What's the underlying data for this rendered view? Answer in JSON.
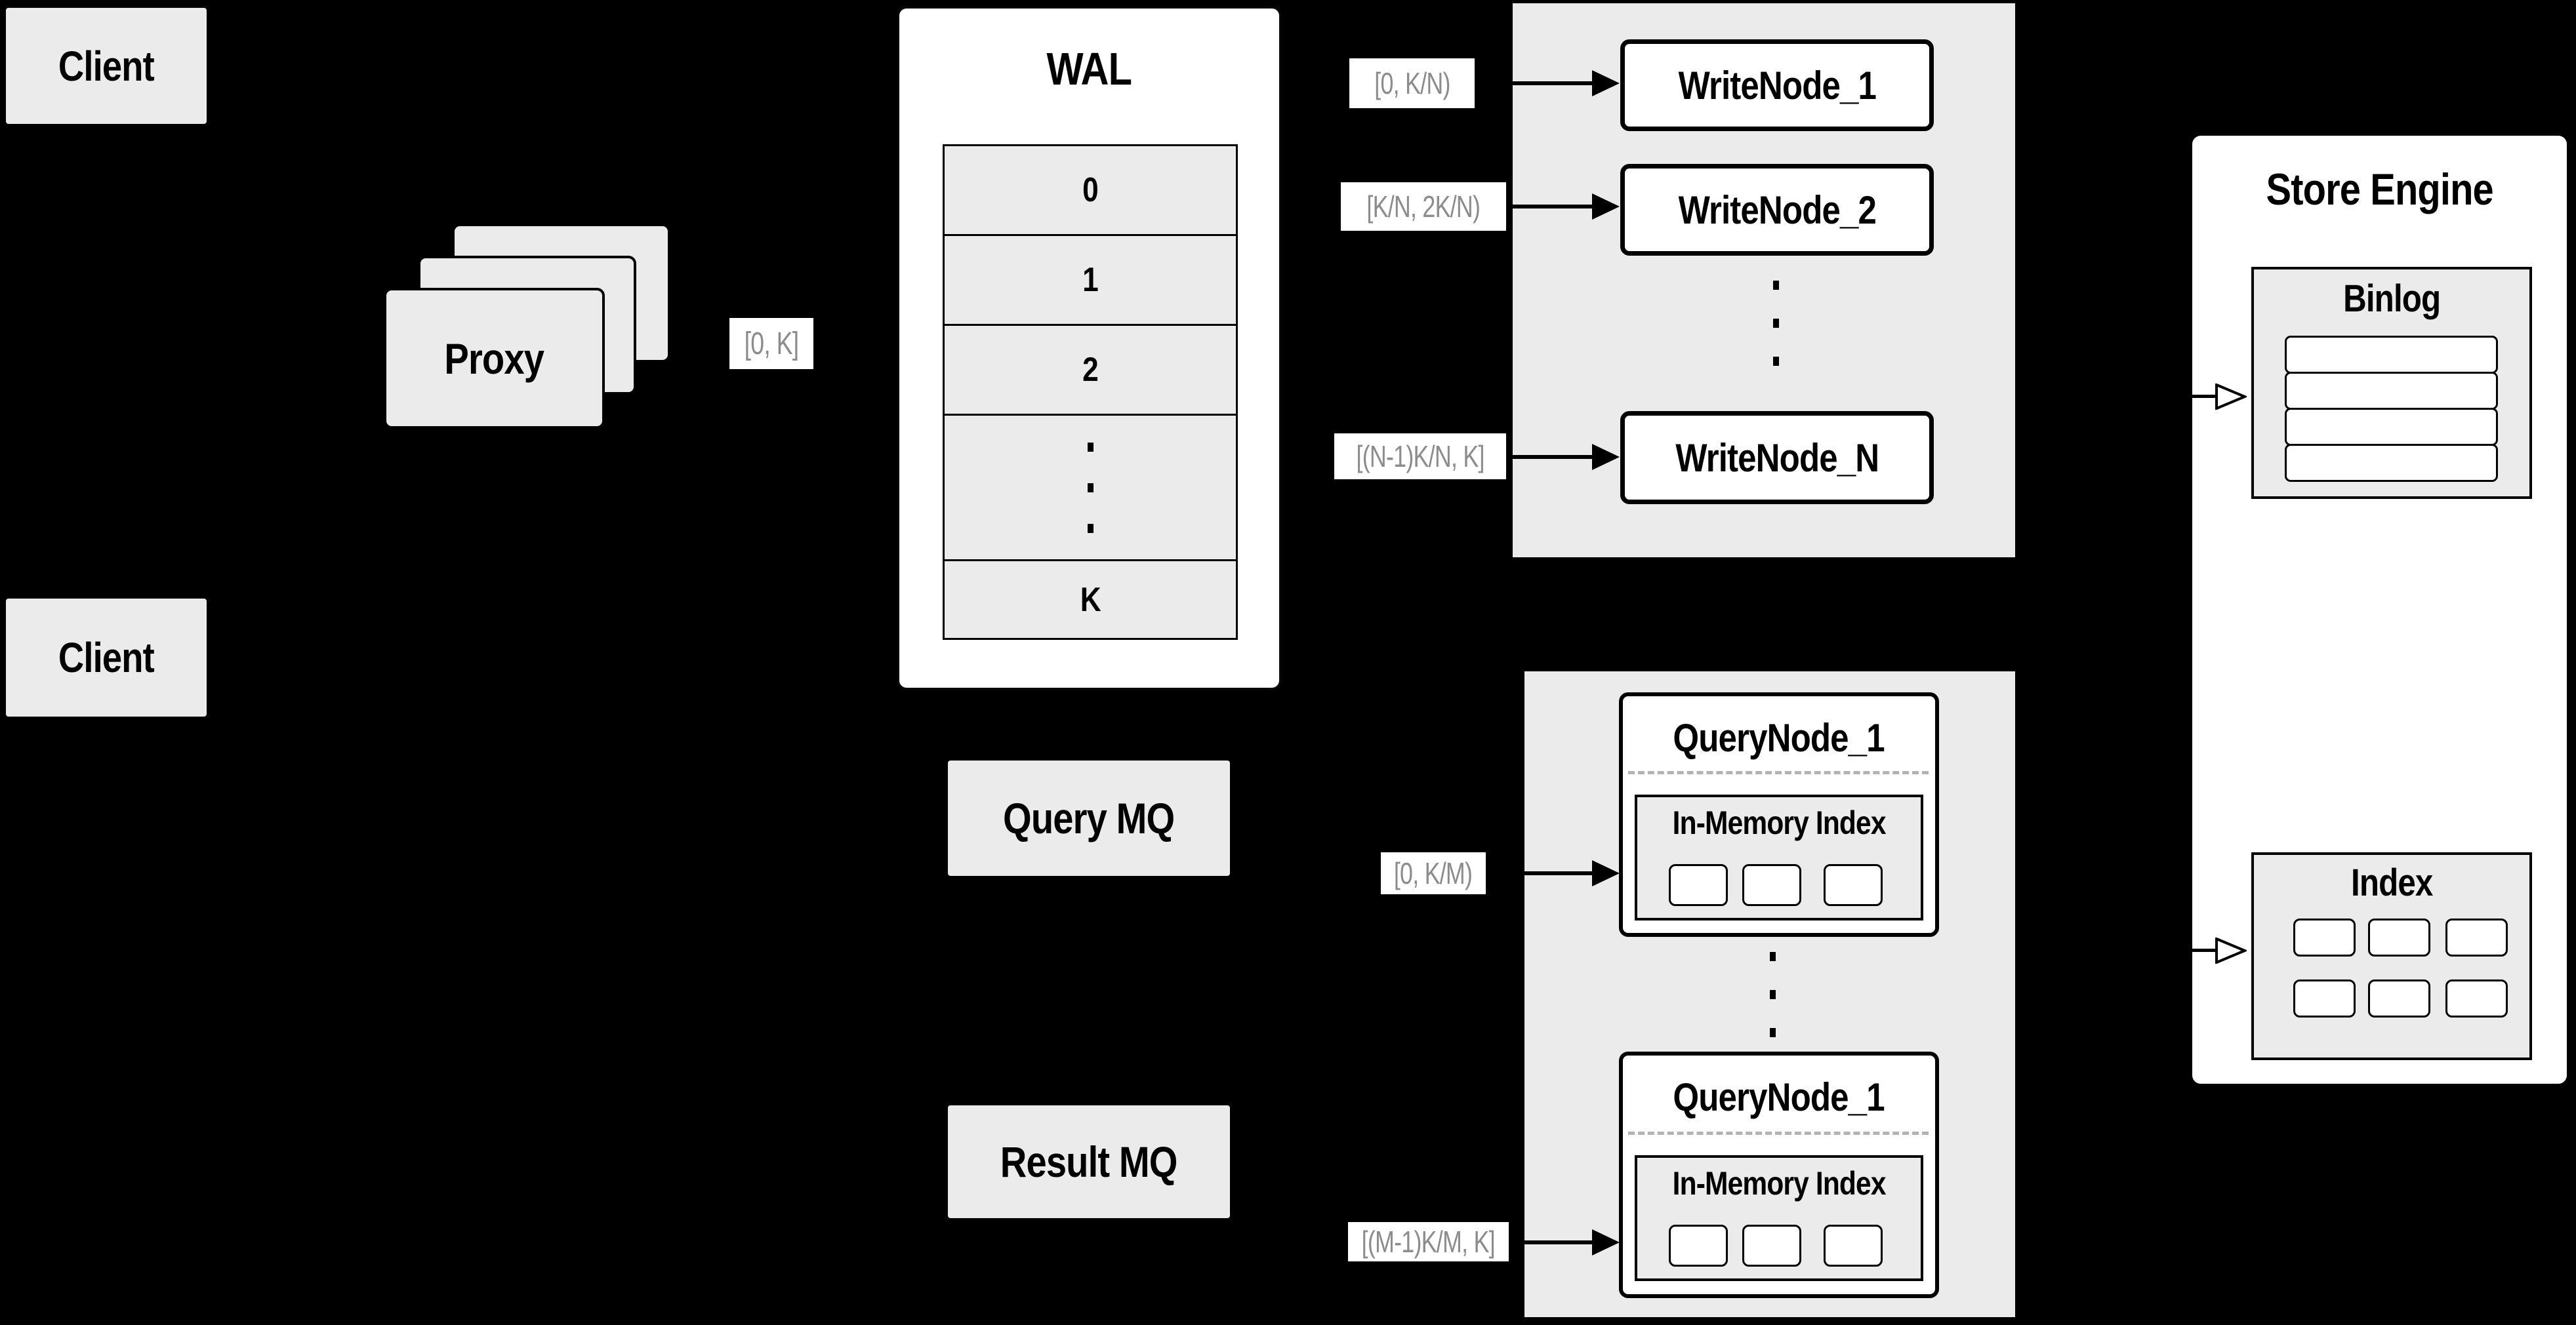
{
  "colors": {
    "background": "#000000",
    "panel_gray": "#ebebeb",
    "box_white": "#ffffff",
    "line_black": "#000000",
    "range_text_gray": "#8c8c8c",
    "dashed_gray": "#b3b3b3"
  },
  "client_top": {
    "label": "Client"
  },
  "client_bottom": {
    "label": "Client"
  },
  "proxy": {
    "label": "Proxy",
    "range": "[0, K]"
  },
  "wal": {
    "title": "WAL",
    "rows": [
      "0",
      "1",
      "2"
    ],
    "last_row": "K"
  },
  "write_panel": {
    "ranges": [
      "[0,  K/N)",
      "[K/N, 2K/N)",
      "[(N-1)K/N,  K]"
    ],
    "nodes": [
      "WriteNode_1",
      "WriteNode_2",
      "WriteNode_N"
    ]
  },
  "query_mq": {
    "label": "Query MQ"
  },
  "result_mq": {
    "label": "Result MQ"
  },
  "query_panel": {
    "ranges": [
      "[0, K/M)",
      "[(M-1)K/M, K]"
    ],
    "nodes": [
      {
        "title": "QueryNode_1",
        "inner_title": "In-Memory Index"
      },
      {
        "title": "QueryNode_1",
        "inner_title": "In-Memory Index"
      }
    ]
  },
  "store_engine": {
    "title": "Store Engine",
    "binlog_title": "Binlog",
    "index_title": "Index"
  }
}
